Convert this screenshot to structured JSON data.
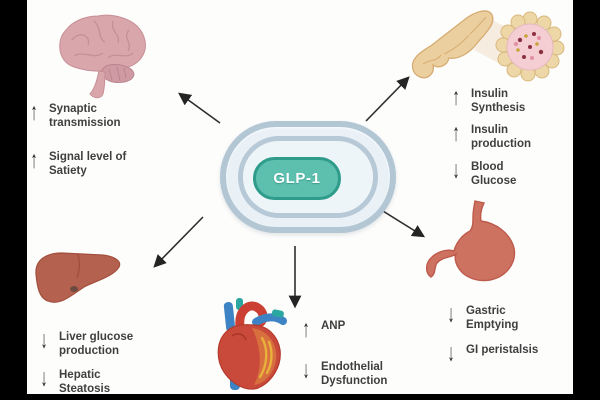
{
  "title": "GLP-1 organ effects diagram",
  "center": {
    "label": "GLP-1"
  },
  "nodes": {
    "brain": {
      "organ": "brain",
      "icon": "brain-icon",
      "effects": [
        {
          "arrow": "↑",
          "direction": "increase",
          "text": "Synaptic transmission"
        },
        {
          "arrow": "↑",
          "direction": "increase",
          "text": "Signal level of Satiety"
        }
      ]
    },
    "pancreas": {
      "organ": "pancreas",
      "icon": "pancreas-icon",
      "effects": [
        {
          "arrow": "↑",
          "direction": "increase",
          "text": "Insulin Synthesis"
        },
        {
          "arrow": "↑",
          "direction": "increase",
          "text": "Insulin production"
        },
        {
          "arrow": "↓",
          "direction": "decrease",
          "text": "Blood Glucose"
        }
      ]
    },
    "stomach": {
      "organ": "stomach",
      "icon": "stomach-icon",
      "effects": [
        {
          "arrow": "↓",
          "direction": "decrease",
          "text": "Gastric Emptying"
        },
        {
          "arrow": "↓",
          "direction": "decrease",
          "text": "GI peristalsis"
        }
      ]
    },
    "heart": {
      "organ": "heart",
      "icon": "heart-icon",
      "effects": [
        {
          "arrow": "↑",
          "direction": "increase",
          "text": "ANP"
        },
        {
          "arrow": "↓",
          "direction": "decrease",
          "text": "Endothelial Dysfunction"
        }
      ]
    },
    "liver": {
      "organ": "liver",
      "icon": "liver-icon",
      "effects": [
        {
          "arrow": "↓",
          "direction": "decrease",
          "text": "Liver glucose production"
        },
        {
          "arrow": "↓",
          "direction": "decrease",
          "text": "Hepatic Steatosis"
        }
      ]
    }
  },
  "colors": {
    "pill_fill": "#5dbfae",
    "pill_border": "#2f9c8b",
    "ring_stroke": "#b3c6d4",
    "ring_fill": "#eaf2f7",
    "text": "#3f3f3f",
    "arrow": "#2b2b2b",
    "background": "#fdfdfc",
    "letterbox": "#000000",
    "brain": "#d9a6ab",
    "pancreas": "#eccf9e",
    "liver": "#b4614f",
    "heart": "#c94a3a",
    "stomach": "#cd7160"
  }
}
